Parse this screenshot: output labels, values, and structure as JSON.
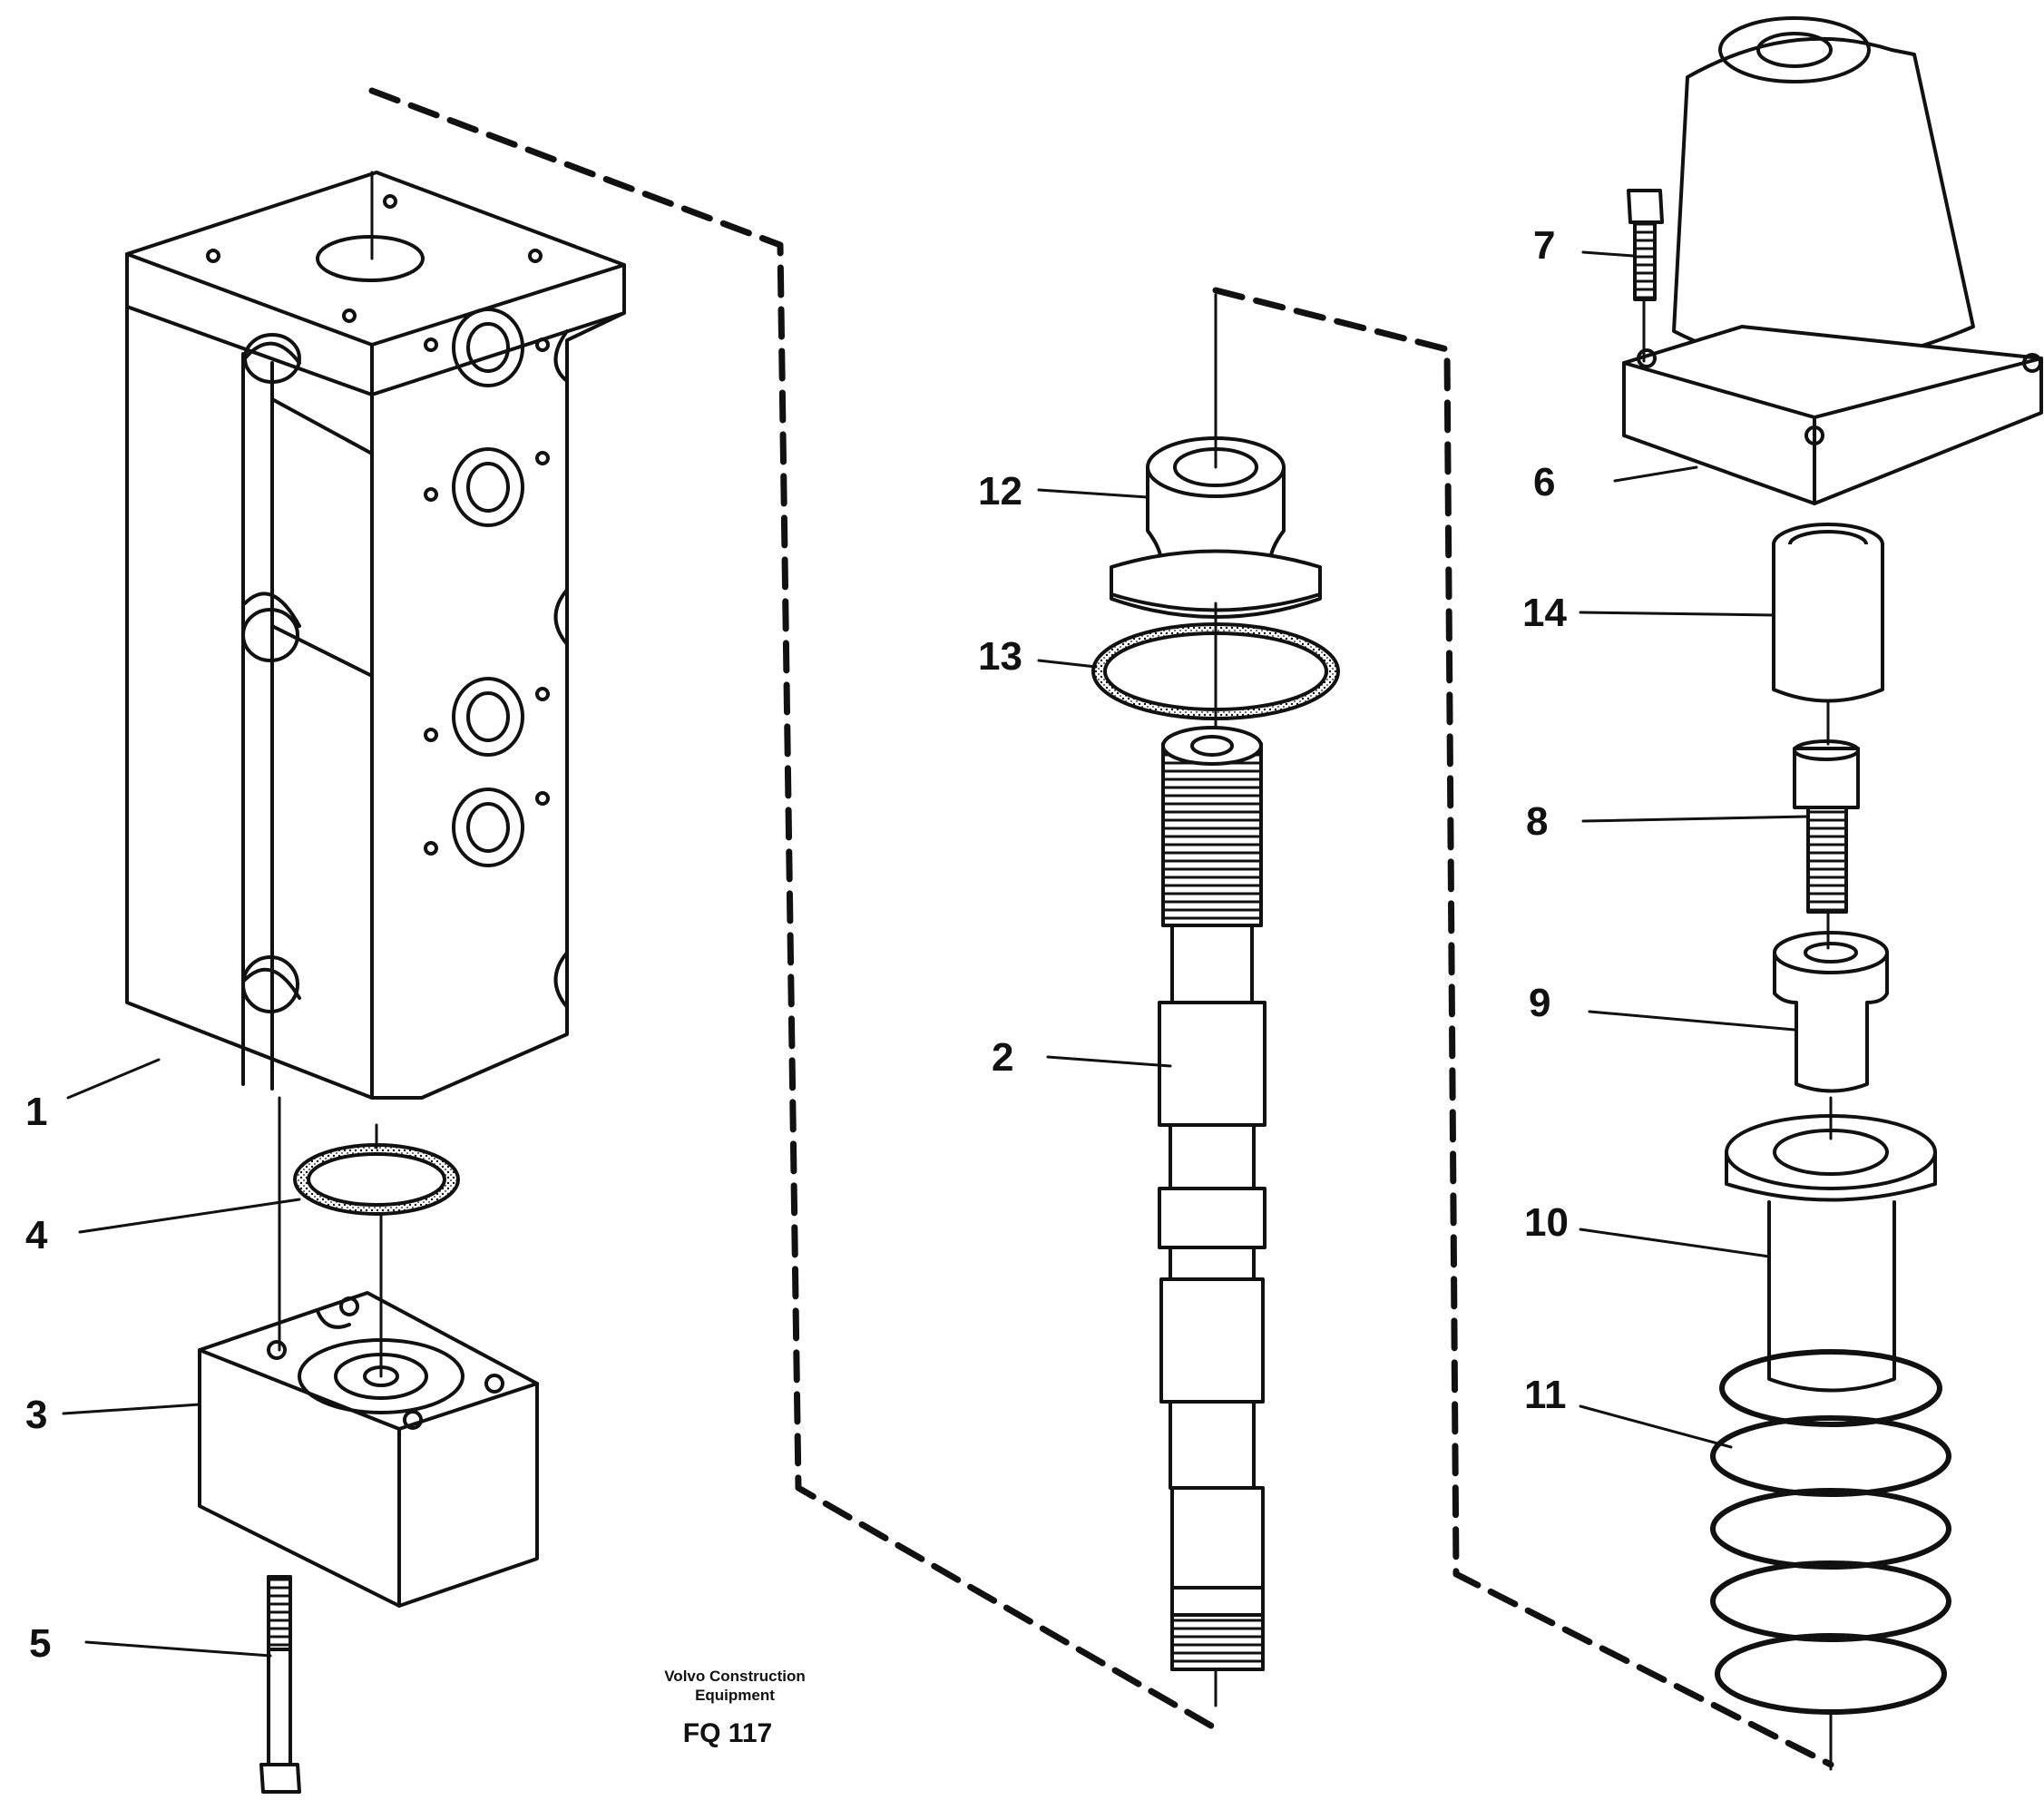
{
  "diagram": {
    "callouts": [
      "1",
      "2",
      "3",
      "4",
      "5",
      "6",
      "7",
      "8",
      "9",
      "10",
      "11",
      "12",
      "13",
      "14"
    ],
    "credit_line1": "Volvo Construction",
    "credit_line2": "Equipment",
    "figure_code": "FQ 117"
  },
  "colors": {
    "ink": "#111111",
    "paper": "#ffffff"
  }
}
